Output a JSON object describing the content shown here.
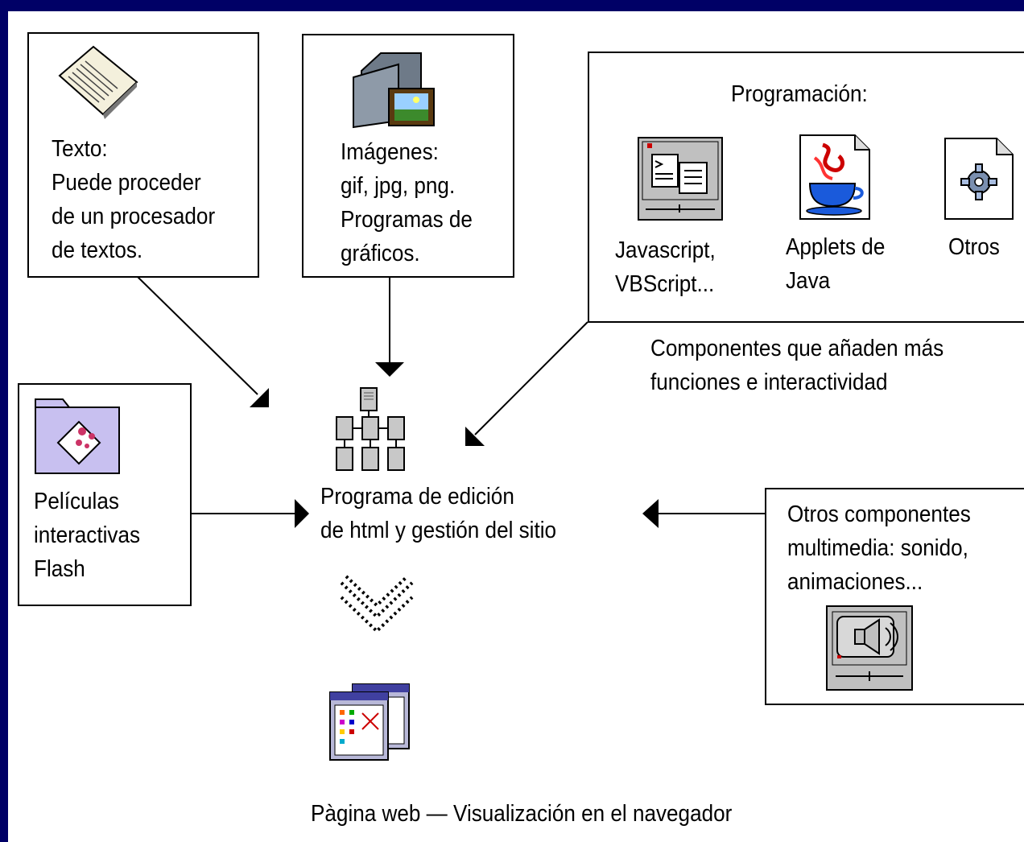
{
  "texto_box": {
    "lines": [
      "Texto:",
      "Puede proceder",
      "de un procesador",
      "de textos."
    ]
  },
  "imagenes_box": {
    "lines": [
      "Imágenes:",
      "gif, jpg, png.",
      "Programas de",
      "gráficos."
    ]
  },
  "programacion_box": {
    "title": "Programación:",
    "items": [
      {
        "lines": [
          "Javascript,",
          "VBScript..."
        ],
        "icon": "script-window-icon"
      },
      {
        "lines": [
          "Applets de",
          "Java"
        ],
        "icon": "java-cup-icon"
      },
      {
        "lines": [
          "Otros"
        ],
        "icon": "gear-document-icon"
      }
    ]
  },
  "componentes_caption": {
    "lines": [
      "Componentes que añaden más",
      "funciones e interactividad"
    ]
  },
  "peliculas_box": {
    "lines": [
      "Películas",
      "interactivas",
      "Flash"
    ]
  },
  "center": {
    "lines": [
      "Programa de edición",
      "de html y gestión del sitio"
    ]
  },
  "multimedia_box": {
    "lines": [
      "Otros componentes",
      "multimedia: sonido,",
      "animaciones..."
    ]
  },
  "footer": {
    "caption": "Pàgina web — Visualización en el navegador"
  },
  "colors": {
    "frame": "#000066",
    "background": "#ffffff",
    "ink": "#000000"
  }
}
